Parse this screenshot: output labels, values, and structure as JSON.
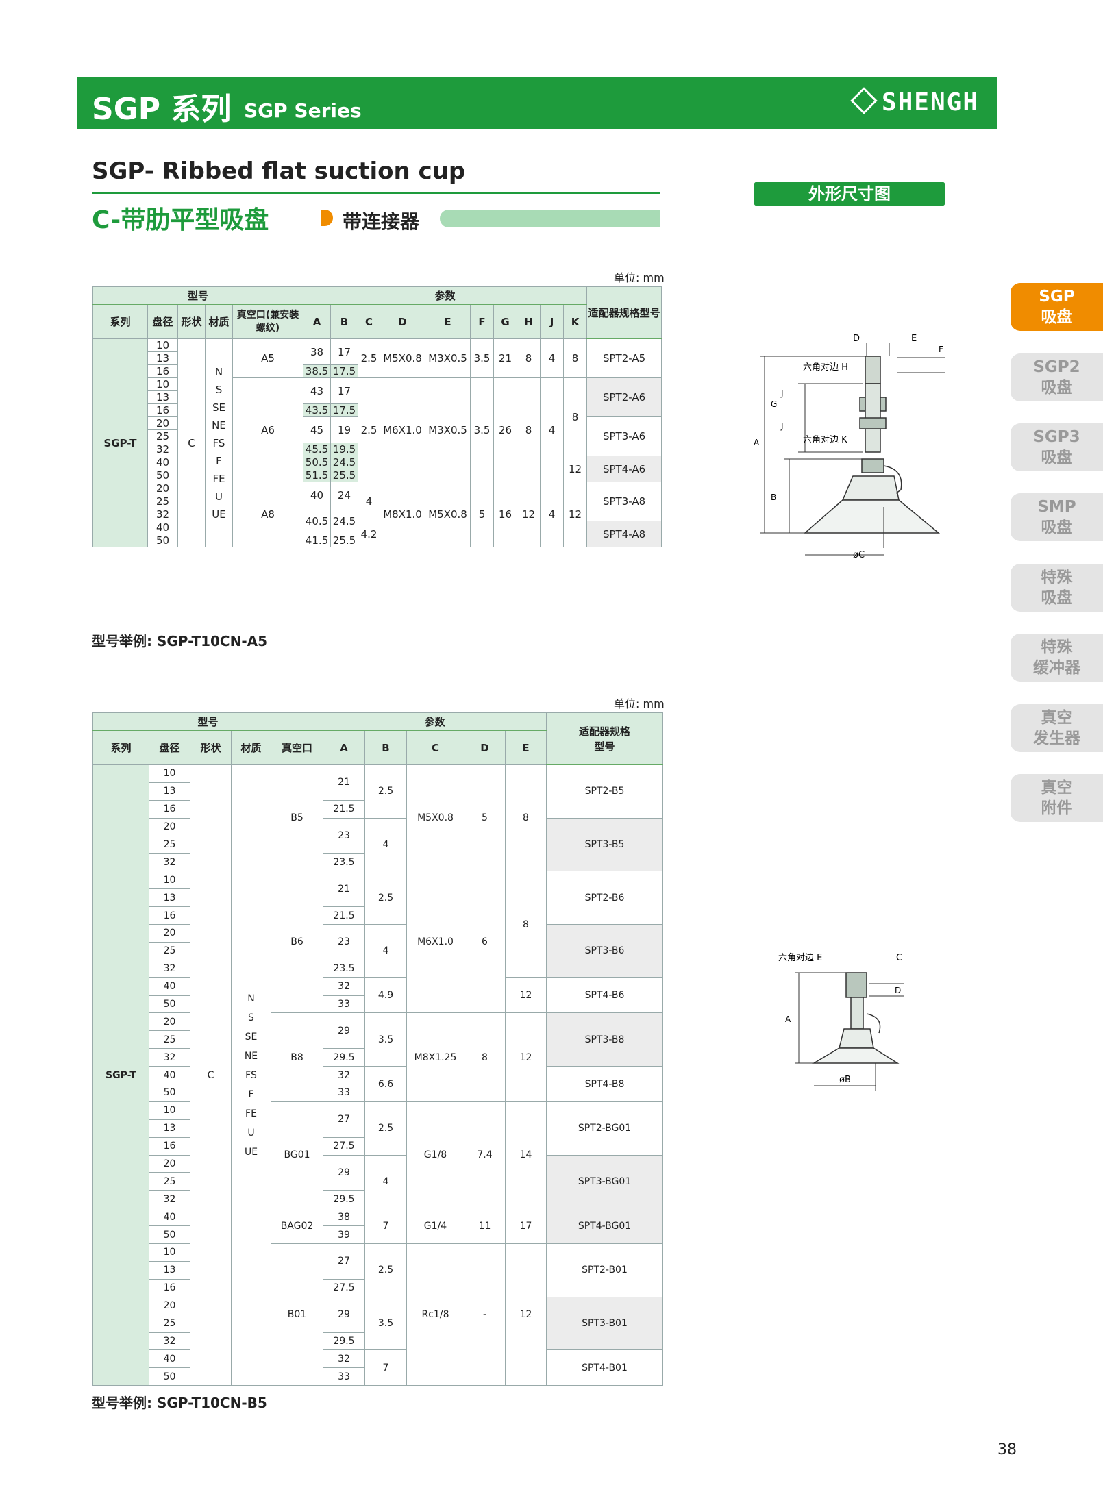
{
  "header": {
    "series_cn": "SGP 系列",
    "series_en": "SGP Series",
    "logo": "SHENGH"
  },
  "title": {
    "en": "SGP- Ribbed flat suction cup",
    "cn": "C-带肋平型吸盘",
    "sub": "带连接器"
  },
  "dim_badge": "外形尺寸图",
  "unit": "单位: mm",
  "table_a": {
    "group_headers": [
      "型号",
      "参数",
      "适配器规格型号"
    ],
    "sub_headers": [
      "系列",
      "盘径",
      "形状",
      "材质",
      "真空口(兼安装螺纹)",
      "A",
      "B",
      "C",
      "D",
      "E",
      "F",
      "G",
      "H",
      "J",
      "K"
    ],
    "series": "SGP-T",
    "shape": "C",
    "materials": "N S SE NE FS F FE U UE",
    "diameters": [
      "10",
      "13",
      "16",
      "10",
      "13",
      "16",
      "20",
      "25",
      "32",
      "40",
      "50",
      "20",
      "25",
      "32",
      "40",
      "50"
    ],
    "port_groups": [
      {
        "port": "A5",
        "rows": [
          {
            "A": "38",
            "B": "17"
          },
          {
            "A": "38.5",
            "B": "17.5"
          }
        ],
        "C": "2.5",
        "D": "M5X0.8",
        "E": "M3X0.5",
        "F": "3.5",
        "G": "21",
        "H": "8",
        "J": "4",
        "K": "8",
        "adapters": [
          "SPT2-A5"
        ]
      },
      {
        "port": "A6",
        "rows": [
          {
            "A": "43",
            "B": "17"
          },
          {
            "A": "43.5",
            "B": "17.5"
          },
          {
            "A": "45",
            "B": "19"
          },
          {
            "A": "45.5",
            "B": "19.5"
          },
          {
            "A": "50.5",
            "B": "24.5"
          },
          {
            "A": "51.5",
            "B": "25.5"
          }
        ],
        "C": "2.5",
        "D": "M6X1.0",
        "E": "M3X0.5",
        "F": "3.5",
        "G": "26",
        "H": "8",
        "J": "4",
        "K": [
          "8",
          "12"
        ],
        "adapters": [
          "SPT2-A6",
          "SPT3-A6",
          "SPT4-A6"
        ]
      },
      {
        "port": "A8",
        "rows": [
          {
            "A": "40",
            "B": "24"
          },
          {
            "A": "40.5",
            "B": "24.5"
          },
          {
            "A": "41.5",
            "B": "25.5"
          }
        ],
        "C": [
          "4",
          "4.2"
        ],
        "D": "M8X1.0",
        "E": "M5X0.8",
        "F": "5",
        "G": "16",
        "H": "12",
        "J": "4",
        "K": "12",
        "adapters": [
          "SPT3-A8",
          "SPT4-A8"
        ]
      }
    ]
  },
  "example_a": "型号举例: SGP-T10CN-A5",
  "table_b": {
    "group_headers": [
      "型号",
      "参数",
      "适配器规格型号"
    ],
    "sub_headers": [
      "系列",
      "盘径",
      "形状",
      "材质",
      "真空口",
      "A",
      "B",
      "C",
      "D",
      "E"
    ],
    "series": "SGP-T",
    "shape": "C",
    "materials": "N S SE NE FS F FE U UE",
    "diameters": [
      "10",
      "13",
      "16",
      "20",
      "25",
      "32",
      "10",
      "13",
      "16",
      "20",
      "25",
      "32",
      "40",
      "50",
      "20",
      "25",
      "32",
      "40",
      "50",
      "10",
      "13",
      "16",
      "20",
      "25",
      "32",
      "40",
      "50",
      "10",
      "13",
      "16",
      "20",
      "25",
      "32",
      "40",
      "50"
    ],
    "ports": [
      "B5",
      "B6",
      "B8",
      "BG01",
      "BAG02",
      "B01"
    ],
    "A_values": [
      "21",
      "21.5",
      "23",
      "23.5",
      "21",
      "21.5",
      "23",
      "23.5",
      "32",
      "33",
      "29",
      "29.5",
      "32",
      "33",
      "27",
      "27.5",
      "29",
      "29.5",
      "38",
      "39",
      "27",
      "27.5",
      "29",
      "29.5",
      "32",
      "33"
    ],
    "B_values": [
      "2.5",
      "4",
      "2.5",
      "4",
      "4.9",
      "3.5",
      "6.6",
      "2.5",
      "4",
      "7",
      "2.5",
      "3.5",
      "7"
    ],
    "C_values": [
      "M5X0.8",
      "M6X1.0",
      "M8X1.25",
      "G1/8",
      "G1/4",
      "Rc1/8"
    ],
    "D_values": [
      "5",
      "6",
      "8",
      "7.4",
      "11",
      "-"
    ],
    "E_values": [
      "8",
      "8",
      "12",
      "12",
      "14",
      "17",
      "12"
    ],
    "adapters": [
      "SPT2-B5",
      "SPT3-B5",
      "SPT2-B6",
      "SPT3-B6",
      "SPT4-B6",
      "SPT3-B8",
      "SPT4-B8",
      "SPT2-BG01",
      "SPT3-BG01",
      "SPT4-BG01",
      "SPT2-B01",
      "SPT3-B01",
      "SPT4-B01"
    ]
  },
  "example_b": "型号举例: SGP-T10CN-B5",
  "drawing1": {
    "labels": [
      "D",
      "E",
      "F",
      "六角对边 H",
      "J",
      "G",
      "J",
      "A",
      "六角对边 K",
      "B",
      "øC"
    ]
  },
  "drawing2": {
    "labels": [
      "六角对边 E",
      "C",
      "D",
      "A",
      "øB"
    ]
  },
  "side_tabs": [
    {
      "line1": "SGP",
      "line2": "吸盘",
      "active": true
    },
    {
      "line1": "SGP2",
      "line2": "吸盘",
      "active": false
    },
    {
      "line1": "SGP3",
      "line2": "吸盘",
      "active": false
    },
    {
      "line1": "SMP",
      "line2": "吸盘",
      "active": false
    },
    {
      "line1": "特殊",
      "line2": "吸盘",
      "active": false
    },
    {
      "line1": "特殊",
      "line2": "缓冲器",
      "active": false
    },
    {
      "line1": "真空",
      "line2": "发生器",
      "active": false
    },
    {
      "line1": "真空",
      "line2": "附件",
      "active": false
    }
  ],
  "page_number": "38"
}
